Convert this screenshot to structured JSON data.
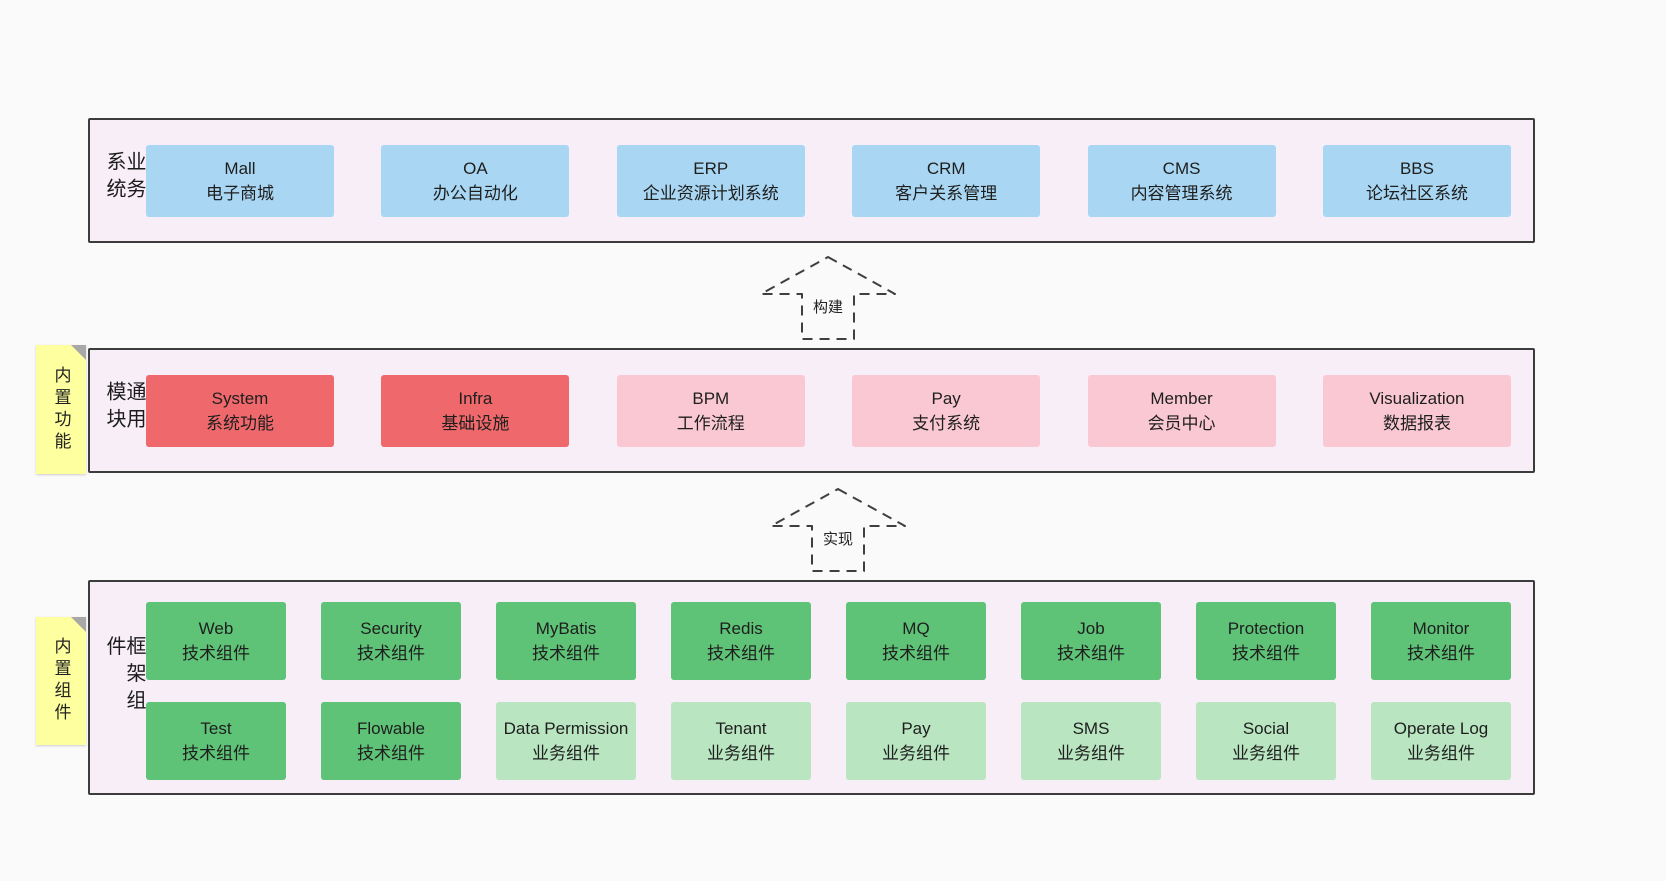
{
  "page": {
    "background": "#fafafa"
  },
  "colors": {
    "container_bg": "#f8eef7",
    "container_border": "#3c3c3c",
    "business_box_blue": "#a9d7f3",
    "core_box_red": "#ef686b",
    "module_box_pink": "#f9c8d3",
    "tech_box_green": "#5ec277",
    "biz_box_light_green": "#b9e5c1",
    "note_yellow": "#feff9e",
    "note_fold_gray": "#a8a8a8",
    "text": "#1e1e1e"
  },
  "arrows": [
    {
      "label": "构建"
    },
    {
      "label": "实现"
    }
  ],
  "notes": [
    {
      "label": "内置功能"
    },
    {
      "label": "内置组件"
    }
  ],
  "layers": [
    {
      "label": "业务系统",
      "items": [
        {
          "title": "Mall",
          "subtitle": "电子商城"
        },
        {
          "title": "OA",
          "subtitle": "办公自动化"
        },
        {
          "title": "ERP",
          "subtitle": "企业资源计划系统"
        },
        {
          "title": "CRM",
          "subtitle": "客户关系管理"
        },
        {
          "title": "CMS",
          "subtitle": "内容管理系统"
        },
        {
          "title": "BBS",
          "subtitle": "论坛社区系统"
        }
      ]
    },
    {
      "label": "通用模块",
      "items": [
        {
          "title": "System",
          "subtitle": "系统功能"
        },
        {
          "title": "Infra",
          "subtitle": "基础设施"
        },
        {
          "title": "BPM",
          "subtitle": "工作流程"
        },
        {
          "title": "Pay",
          "subtitle": "支付系统"
        },
        {
          "title": "Member",
          "subtitle": "会员中心"
        },
        {
          "title": "Visualization",
          "subtitle": "数据报表"
        }
      ]
    },
    {
      "label": "框架组件",
      "rows": [
        [
          {
            "title": "Web",
            "subtitle": "技术组件"
          },
          {
            "title": "Security",
            "subtitle": "技术组件"
          },
          {
            "title": "MyBatis",
            "subtitle": "技术组件"
          },
          {
            "title": "Redis",
            "subtitle": "技术组件"
          },
          {
            "title": "MQ",
            "subtitle": "技术组件"
          },
          {
            "title": "Job",
            "subtitle": "技术组件"
          },
          {
            "title": "Protection",
            "subtitle": "技术组件"
          },
          {
            "title": "Monitor",
            "subtitle": "技术组件"
          }
        ],
        [
          {
            "title": "Test",
            "subtitle": "技术组件"
          },
          {
            "title": "Flowable",
            "subtitle": "技术组件"
          },
          {
            "title": "Data Permission",
            "subtitle": "业务组件"
          },
          {
            "title": "Tenant",
            "subtitle": "业务组件"
          },
          {
            "title": "Pay",
            "subtitle": "业务组件"
          },
          {
            "title": "SMS",
            "subtitle": "业务组件"
          },
          {
            "title": "Social",
            "subtitle": "业务组件"
          },
          {
            "title": "Operate Log",
            "subtitle": "业务组件"
          }
        ]
      ]
    }
  ]
}
